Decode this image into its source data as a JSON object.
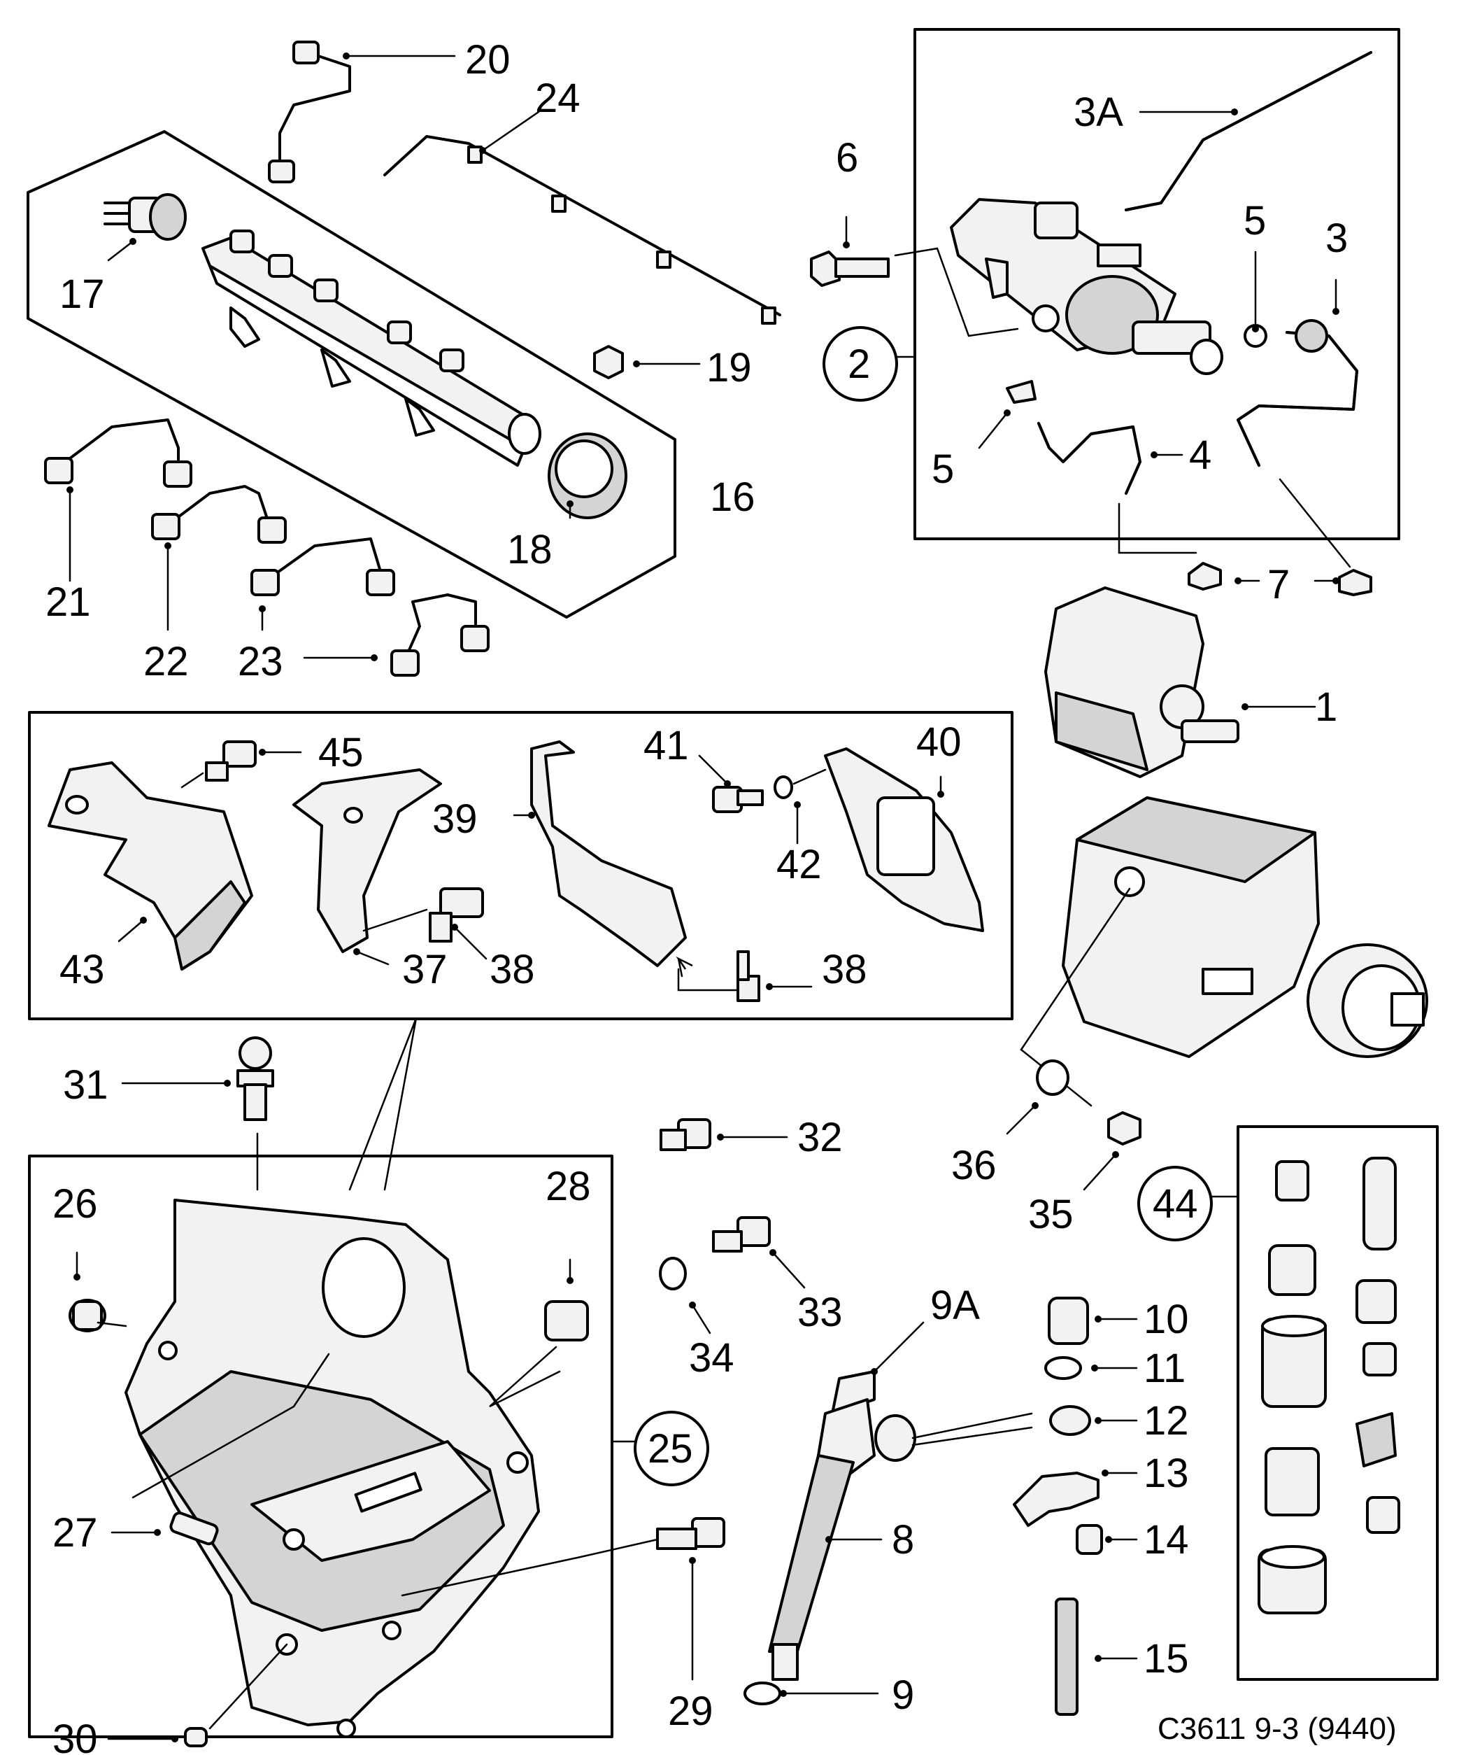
{
  "diagram": {
    "code": "C3611 9-3 (9440)",
    "callouts": {
      "c1": "1",
      "c2": "2",
      "c3": "3",
      "c3a": "3A",
      "c4": "4",
      "c5a": "5",
      "c5b": "5",
      "c6": "6",
      "c7": "7",
      "c8": "8",
      "c9": "9",
      "c9a": "9A",
      "c10": "10",
      "c11": "11",
      "c12": "12",
      "c13": "13",
      "c14": "14",
      "c15": "15",
      "c16": "16",
      "c17": "17",
      "c18": "18",
      "c19": "19",
      "c20": "20",
      "c21": "21",
      "c22": "22",
      "c23a": "23",
      "c24": "24",
      "c25": "25",
      "c26": "26",
      "c27": "27",
      "c28": "28",
      "c29": "29",
      "c30": "30",
      "c31": "31",
      "c32": "32",
      "c33": "33",
      "c34": "34",
      "c35": "35",
      "c36": "36",
      "c37": "37",
      "c38a": "38",
      "c38b": "38",
      "c39": "39",
      "c40": "40",
      "c41": "41",
      "c42": "42",
      "c43": "43",
      "c44": "44",
      "c45": "45"
    }
  }
}
